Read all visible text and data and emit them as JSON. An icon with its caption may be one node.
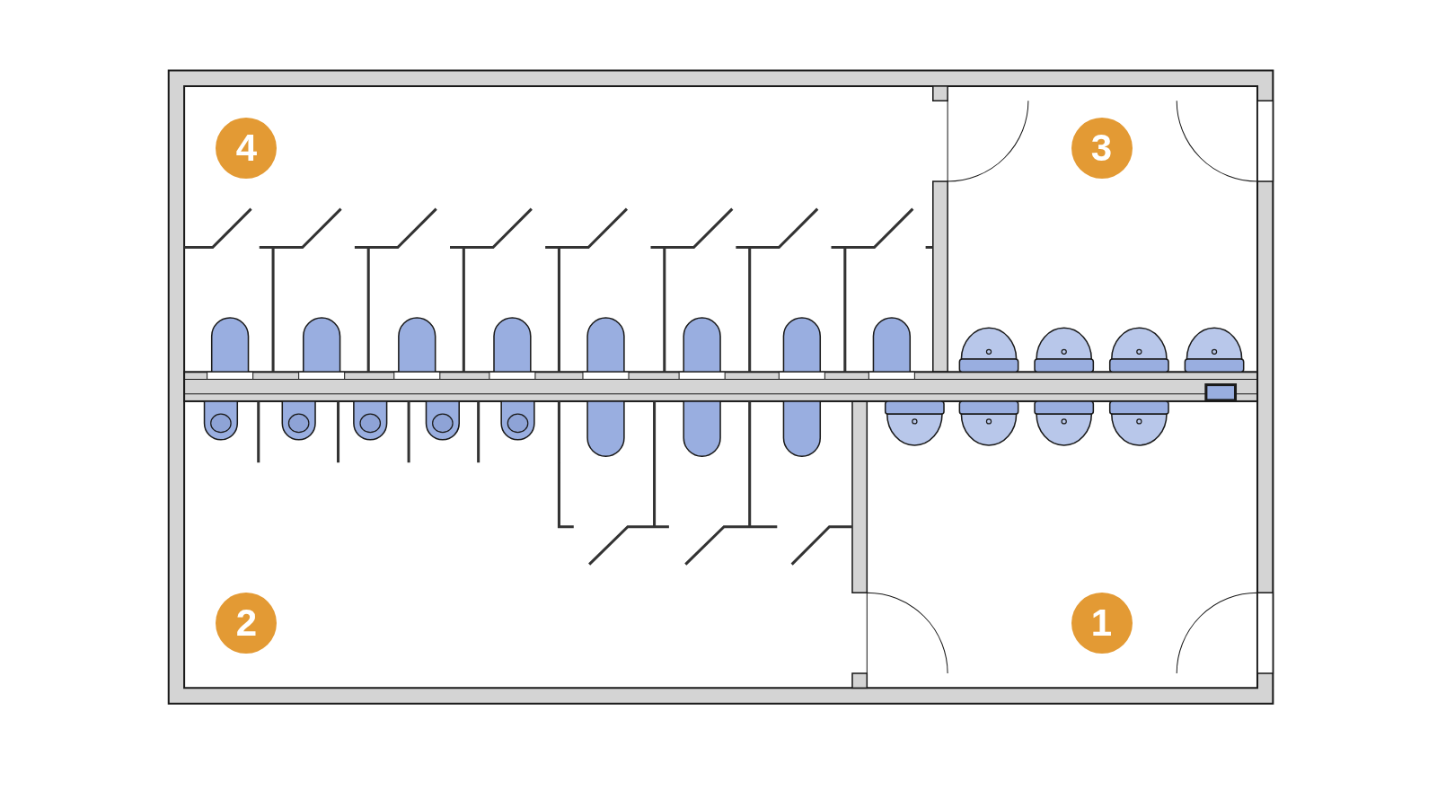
{
  "diagram": {
    "labels": [
      "4",
      "3",
      "2",
      "1"
    ]
  }
}
